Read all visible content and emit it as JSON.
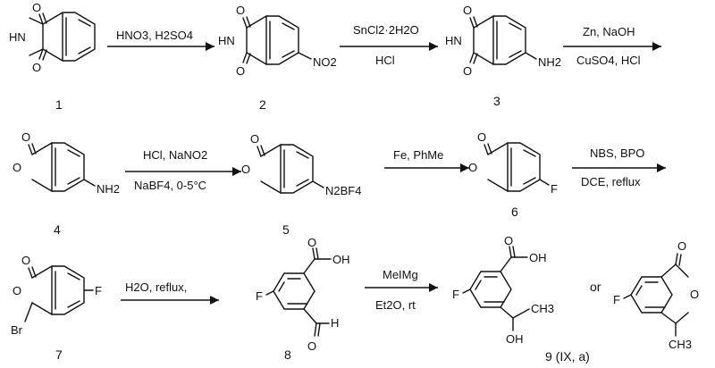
{
  "compounds": [
    {
      "id": "c1",
      "number": "1"
    },
    {
      "id": "c2",
      "number": "2"
    },
    {
      "id": "c3",
      "number": "3"
    },
    {
      "id": "c4",
      "number": "4"
    },
    {
      "id": "c5",
      "number": "5"
    },
    {
      "id": "c6",
      "number": "6"
    },
    {
      "id": "c7",
      "number": "7"
    },
    {
      "id": "c8",
      "number": "8"
    },
    {
      "id": "c9",
      "number": "9 (IX, a)"
    }
  ],
  "reactions": [
    {
      "id": "r1",
      "above": "HNO3, H2SO4",
      "below": ""
    },
    {
      "id": "r2",
      "above": "SnCl2·2H2O",
      "below": "HCl"
    },
    {
      "id": "r3",
      "above": "Zn, NaOH",
      "below": "CuSO4, HCl"
    },
    {
      "id": "r4",
      "above": "HCl, NaNO2",
      "below": "NaBF4, 0-5°C"
    },
    {
      "id": "r5",
      "above": "Fe, PhMe",
      "below": ""
    },
    {
      "id": "r6",
      "above": "NBS, BPO",
      "below": "DCE, reflux"
    },
    {
      "id": "r7",
      "above": "H2O, reflux,",
      "below": ""
    },
    {
      "id": "r8",
      "above": "MeIMg",
      "below": "Et2O, rt"
    }
  ],
  "or_text": "or",
  "atoms": {
    "O": "O",
    "HN": "HN",
    "F": "F",
    "Br": "Br",
    "OH": "OH",
    "H": "H",
    "NO2": "NO2",
    "NH2": "NH2",
    "N2BF4": "N2BF4",
    "CH3": "CH3"
  }
}
